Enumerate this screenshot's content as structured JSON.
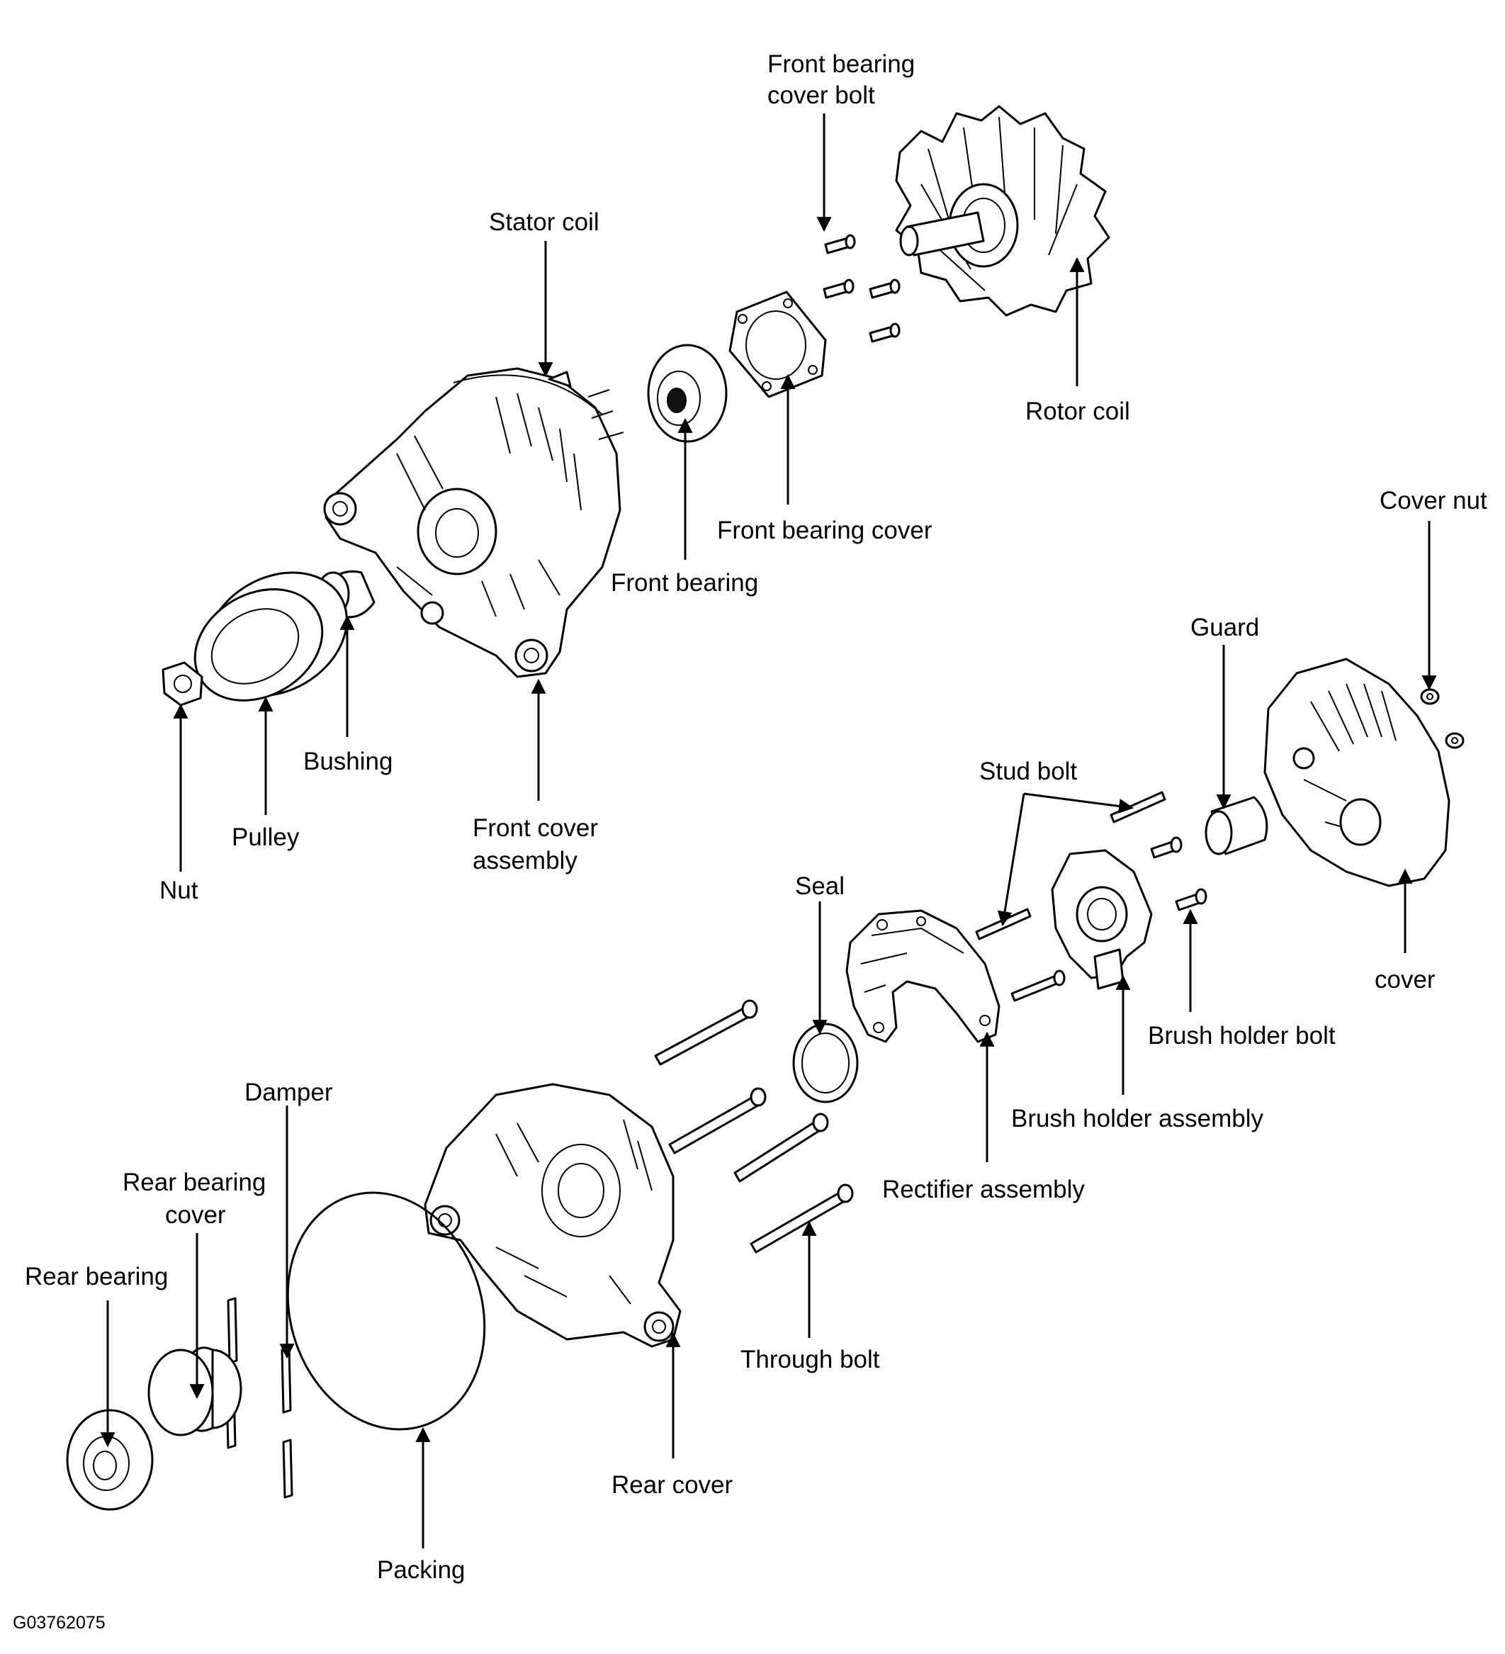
{
  "labels": {
    "front_bearing_cover_bolt": [
      "Front bearing",
      "cover bolt"
    ],
    "stator_coil": "Stator coil",
    "rotor_coil": "Rotor coil",
    "front_bearing_cover": "Front bearing cover",
    "front_bearing": "Front bearing",
    "cover_nut": "Cover nut",
    "guard": "Guard",
    "stud_bolt": "Stud bolt",
    "bushing": "Bushing",
    "pulley": "Pulley",
    "nut": "Nut",
    "front_cover_assembly": [
      "Front cover",
      "assembly"
    ],
    "seal": "Seal",
    "cover": "cover",
    "brush_holder_bolt": "Brush holder bolt",
    "brush_holder_assembly": "Brush holder assembly",
    "damper": "Damper",
    "rectifier_assembly": "Rectifier assembly",
    "rear_bearing_cover": [
      "Rear bearing",
      "cover"
    ],
    "rear_bearing": "Rear bearing",
    "through_bolt": "Through bolt",
    "rear_cover": "Rear cover",
    "packing": "Packing"
  },
  "figure_code": "G03762075"
}
